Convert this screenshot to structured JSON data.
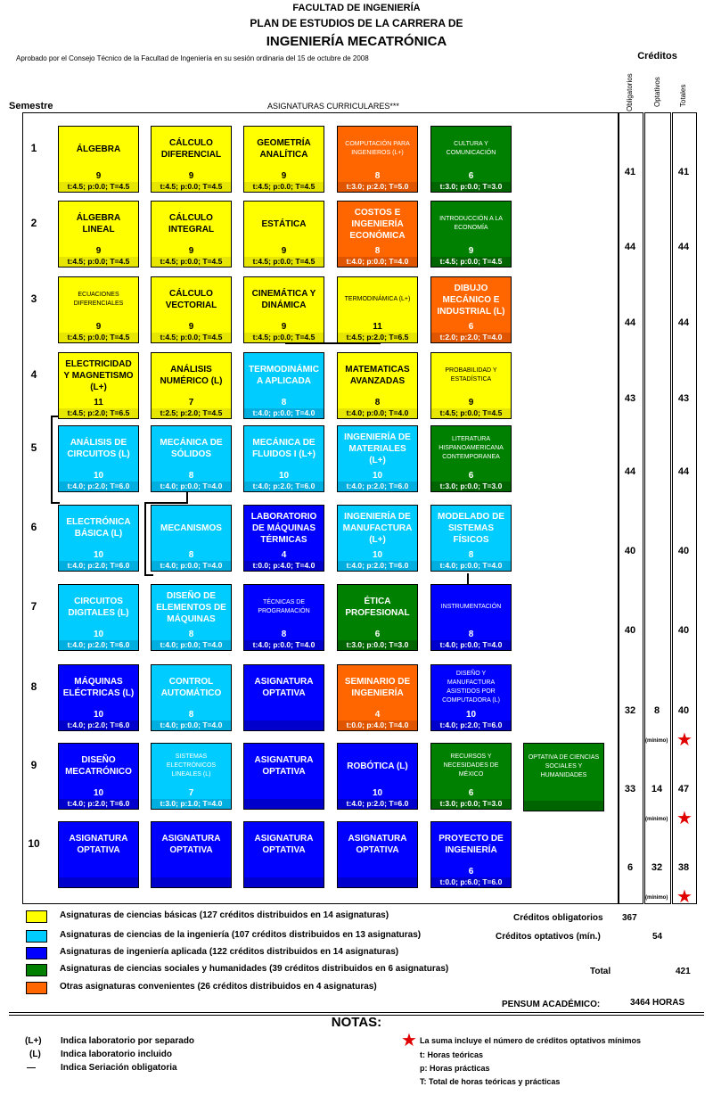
{
  "header": {
    "line1": "FACULTAD DE INGENIERÍA",
    "line2": "PLAN DE ESTUDIOS DE LA CARRERA DE",
    "line3": "INGENIERÍA MECATRÓNICA",
    "approved": "Aprobado por el Consejo Técnico de la Facultad de Ingeniería en su sesión ordinaria del 15 de octubre de 2008",
    "creditos": "Créditos",
    "col_oblig": "Obligatorios",
    "col_opt": "Optativos",
    "col_tot": "Totales",
    "semestre": "Semestre",
    "asignaturas": "ASIGNATURAS CURRICULARES***"
  },
  "colors": {
    "basic": "#ffff00",
    "engineering_science": "#00ccff",
    "applied": "#0000ff",
    "social": "#008000",
    "other": "#ff6600",
    "star": "#e00000"
  },
  "semesters": [
    {
      "num": "1",
      "oblig": "41",
      "opt": "",
      "total": "41",
      "minimo": "",
      "courses": [
        {
          "name": "ÁLGEBRA",
          "cred": "9",
          "hrs": "t:4.5; p:0.0; T=4.5",
          "cat": "basic"
        },
        {
          "name": "CÁLCULO DIFERENCIAL",
          "cred": "9",
          "hrs": "t:4.5; p:0.0; T=4.5",
          "cat": "basic"
        },
        {
          "name": "GEOMETRÍA ANALÍTICA",
          "cred": "9",
          "hrs": "t:4.5; p:0.0; T=4.5",
          "cat": "basic"
        },
        {
          "name": "COMPUTACIÓN PARA INGENIEROS (L+)",
          "cred": "8",
          "hrs": "t:3.0; p:2.0; T=5.0",
          "cat": "oth",
          "small": true
        },
        {
          "name": "CULTURA Y COMUNICACIÓN",
          "cred": "6",
          "hrs": "t:3.0; p:0.0; T=3.0",
          "cat": "soc",
          "small": true
        }
      ]
    },
    {
      "num": "2",
      "oblig": "44",
      "opt": "",
      "total": "44",
      "minimo": "",
      "courses": [
        {
          "name": "ÁLGEBRA LINEAL",
          "cred": "9",
          "hrs": "t:4.5; p:0.0; T=4.5",
          "cat": "basic"
        },
        {
          "name": "CÁLCULO INTEGRAL",
          "cred": "9",
          "hrs": "t:4.5; p:0.0; T=4.5",
          "cat": "basic"
        },
        {
          "name": "ESTÁTICA",
          "cred": "9",
          "hrs": "t:4.5; p:0.0; T=4.5",
          "cat": "basic"
        },
        {
          "name": "COSTOS E INGENIERÍA ECONÓMICA",
          "cred": "8",
          "hrs": "t:4.0; p:0.0; T=4.0",
          "cat": "oth"
        },
        {
          "name": "INTRODUCCIÓN A LA ECONOMÍA",
          "cred": "9",
          "hrs": "t:4.5; p:0.0; T=4.5",
          "cat": "soc",
          "small": true
        }
      ]
    },
    {
      "num": "3",
      "oblig": "44",
      "opt": "",
      "total": "44",
      "minimo": "",
      "courses": [
        {
          "name": "ECUACIONES DIFERENCIALES",
          "cred": "9",
          "hrs": "t:4.5; p:0.0; T=4.5",
          "cat": "basic",
          "small": true
        },
        {
          "name": "CÁLCULO VECTORIAL",
          "cred": "9",
          "hrs": "t:4.5; p:0.0; T=4.5",
          "cat": "basic"
        },
        {
          "name": "CINEMÁTICA Y DINÁMICA",
          "cred": "9",
          "hrs": "t:4.5; p:0.0; T=4.5",
          "cat": "basic"
        },
        {
          "name": "TERMODINÁMICA (L+)",
          "cred": "11",
          "hrs": "t:4.5; p:2.0; T=6.5",
          "cat": "basic",
          "small": true
        },
        {
          "name": "DIBUJO MECÁNICO E INDUSTRIAL (L)",
          "cred": "6",
          "hrs": "t:2.0; p:2.0; T=4.0",
          "cat": "oth"
        }
      ]
    },
    {
      "num": "4",
      "oblig": "43",
      "opt": "",
      "total": "43",
      "minimo": "",
      "courses": [
        {
          "name": "ELECTRICIDAD Y MAGNETISMO (L+)",
          "cred": "11",
          "hrs": "t:4.5; p:2.0; T=6.5",
          "cat": "basic"
        },
        {
          "name": "ANÁLISIS NUMÉRICO (L)",
          "cred": "7",
          "hrs": "t:2.5; p:2.0; T=4.5",
          "cat": "basic"
        },
        {
          "name": "TERMODINÁMIC A APLICADA",
          "cred": "8",
          "hrs": "t:4.0; p:0.0; T=4.0",
          "cat": "eng"
        },
        {
          "name": "MATEMATICAS AVANZADAS",
          "cred": "8",
          "hrs": "t:4.0; p:0.0; T=4.0",
          "cat": "basic"
        },
        {
          "name": "PROBABILIDAD Y ESTADÍSTICA",
          "cred": "9",
          "hrs": "t:4.5; p:0.0; T=4.5",
          "cat": "basic",
          "small": true
        }
      ]
    },
    {
      "num": "5",
      "oblig": "44",
      "opt": "",
      "total": "44",
      "minimo": "",
      "courses": [
        {
          "name": "ANÁLISIS DE CIRCUITOS (L)",
          "cred": "10",
          "hrs": "t:4.0; p:2.0; T=6.0",
          "cat": "eng"
        },
        {
          "name": "MECÁNICA DE SÓLIDOS",
          "cred": "8",
          "hrs": "t:4.0; p:0.0; T=4.0",
          "cat": "eng"
        },
        {
          "name": "MECÁNICA DE FLUIDOS I (L+)",
          "cred": "10",
          "hrs": "t:4.0; p:2.0; T=6.0",
          "cat": "eng"
        },
        {
          "name": "INGENIERÍA DE MATERIALES (L+)",
          "cred": "10",
          "hrs": "t:4.0; p:2.0; T=6.0",
          "cat": "eng"
        },
        {
          "name": "LITERATURA HISPANOAMERICANA CONTEMPORANEA",
          "cred": "6",
          "hrs": "t:3.0; p:0.0; T=3.0",
          "cat": "soc",
          "small": true
        }
      ]
    },
    {
      "num": "6",
      "oblig": "40",
      "opt": "",
      "total": "40",
      "minimo": "",
      "courses": [
        {
          "name": "ELECTRÓNICA BÁSICA (L)",
          "cred": "10",
          "hrs": "t:4.0; p:2.0; T=6.0",
          "cat": "eng"
        },
        {
          "name": "MECANISMOS",
          "cred": "8",
          "hrs": "t:4.0; p:0.0; T=4.0",
          "cat": "eng"
        },
        {
          "name": "LABORATORIO DE MÁQUINAS TÉRMICAS",
          "cred": "4",
          "hrs": "t:0.0; p:4.0; T=4.0",
          "cat": "app"
        },
        {
          "name": "INGENIERÍA DE MANUFACTURA (L+)",
          "cred": "10",
          "hrs": "t:4.0; p:2.0; T=6.0",
          "cat": "eng"
        },
        {
          "name": "MODELADO DE SISTEMAS FÍSICOS",
          "cred": "8",
          "hrs": "t:4.0; p:0.0; T=4.0",
          "cat": "eng"
        }
      ]
    },
    {
      "num": "7",
      "oblig": "40",
      "opt": "",
      "total": "40",
      "minimo": "",
      "courses": [
        {
          "name": "CIRCUITOS DIGITALES (L)",
          "cred": "10",
          "hrs": "t:4.0; p:2.0; T=6.0",
          "cat": "eng"
        },
        {
          "name": "DISEÑO DE ELEMENTOS DE MÁQUINAS",
          "cred": "8",
          "hrs": "t:4.0; p:0.0; T=4.0",
          "cat": "eng"
        },
        {
          "name": "TÉCNICAS DE PROGRAMACIÓN",
          "cred": "8",
          "hrs": "t:4.0; p:0.0; T=4.0",
          "cat": "app",
          "small": true
        },
        {
          "name": "ÉTICA PROFESIONAL",
          "cred": "6",
          "hrs": "t:3.0; p:0.0; T=3.0",
          "cat": "soc"
        },
        {
          "name": "INSTRUMENTACIÓN",
          "cred": "8",
          "hrs": "t:4.0; p:0.0; T=4.0",
          "cat": "app",
          "small": true
        }
      ]
    },
    {
      "num": "8",
      "oblig": "32",
      "opt": "8",
      "total": "40",
      "minimo": "(mínimo)",
      "courses": [
        {
          "name": "MÁQUINAS ELÉCTRICAS (L)",
          "cred": "10",
          "hrs": "t:4.0; p:2.0; T=6.0",
          "cat": "app"
        },
        {
          "name": "CONTROL AUTOMÁTICO",
          "cred": "8",
          "hrs": "t:4.0; p:0.0; T=4.0",
          "cat": "eng"
        },
        {
          "name": "ASIGNATURA OPTATIVA",
          "cred": "",
          "hrs": "",
          "cat": "app"
        },
        {
          "name": "SEMINARIO DE INGENIERÍA",
          "cred": "4",
          "hrs": "t:0.0; p:4.0; T=4.0",
          "cat": "oth"
        },
        {
          "name": "DISEÑO Y MANUFACTURA ASISTIDOS POR COMPUTADORA (L)",
          "cred": "10",
          "hrs": "t:4.0; p:2.0; T=6.0",
          "cat": "app",
          "small": true
        }
      ]
    },
    {
      "num": "9",
      "oblig": "33",
      "opt": "14",
      "total": "47",
      "minimo": "(mínimo)",
      "courses": [
        {
          "name": "DISEÑO MECATRÓNICO",
          "cred": "10",
          "hrs": "t:4.0; p:2.0; T=6.0",
          "cat": "app"
        },
        {
          "name": "SISTEMAS ELECTRÓNICOS LINEALES (L)",
          "cred": "7",
          "hrs": "t:3.0; p:1.0; T=4.0",
          "cat": "eng",
          "small": true
        },
        {
          "name": "ASIGNATURA OPTATIVA",
          "cred": "",
          "hrs": "",
          "cat": "app"
        },
        {
          "name": "ROBÓTICA (L)",
          "cred": "10",
          "hrs": "t:4.0; p:2.0; T=6.0",
          "cat": "app"
        },
        {
          "name": "RECURSOS Y NECESIDADES DE MÉXICO",
          "cred": "6",
          "hrs": "t:3.0; p:0.0; T=3.0",
          "cat": "soc",
          "small": true
        },
        {
          "name": "OPTATIVA DE CIENCIAS SOCIALES Y HUMANIDADES",
          "cred": "",
          "hrs": "",
          "cat": "soc",
          "small": true
        }
      ]
    },
    {
      "num": "10",
      "oblig": "6",
      "opt": "32",
      "total": "38",
      "minimo": "(mínimo)",
      "courses": [
        {
          "name": "ASIGNATURA OPTATIVA",
          "cred": "",
          "hrs": "",
          "cat": "app"
        },
        {
          "name": "ASIGNATURA OPTATIVA",
          "cred": "",
          "hrs": "",
          "cat": "app"
        },
        {
          "name": "ASIGNATURA OPTATIVA",
          "cred": "",
          "hrs": "",
          "cat": "app"
        },
        {
          "name": "ASIGNATURA OPTATIVA",
          "cred": "",
          "hrs": "",
          "cat": "app"
        },
        {
          "name": "PROYECTO DE INGENIERÍA",
          "cred": "6",
          "hrs": "t:0.0; p:6.0; T=6.0",
          "cat": "app"
        }
      ]
    }
  ],
  "legend": [
    {
      "cat": "basic",
      "text": "Asignaturas de ciencias básicas (127 créditos distribuidos en 14 asignaturas)"
    },
    {
      "cat": "eng",
      "text": "Asignaturas de ciencias de la ingeniería (107 créditos distribuidos en 13 asignaturas)"
    },
    {
      "cat": "app",
      "text": "Asignaturas de ingeniería aplicada (122 créditos distribuidos en 14 asignaturas)"
    },
    {
      "cat": "soc",
      "text": "Asignaturas de ciencias sociales y humanidades (39 créditos distribuidos en 6 asignaturas)"
    },
    {
      "cat": "oth",
      "text": "Otras asignaturas convenientes (26 créditos distribuidos en 4 asignaturas)"
    }
  ],
  "summary": {
    "oblig_label": "Créditos obligatorios",
    "oblig_value": "367",
    "opt_label": "Créditos optativos (mín.)",
    "opt_value": "54",
    "total_label": "Total",
    "total_value": "421",
    "pensum_label": "PENSUM ACADÉMICO:",
    "pensum_value": "3464 HORAS"
  },
  "notas": {
    "title": "NOTAS:",
    "left": [
      {
        "sym": "(L+)",
        "text": "Indica laboratorio por separado"
      },
      {
        "sym": "(L)",
        "text": "Indica laboratorio incluido"
      },
      {
        "sym": "—",
        "text": "Indica Seriación obligatoria"
      }
    ],
    "right": [
      "La suma incluye el número de créditos optativos mínimos",
      "t: Horas teóricas",
      "p: Horas prácticas",
      "T: Total de horas teóricas y prácticas"
    ]
  }
}
